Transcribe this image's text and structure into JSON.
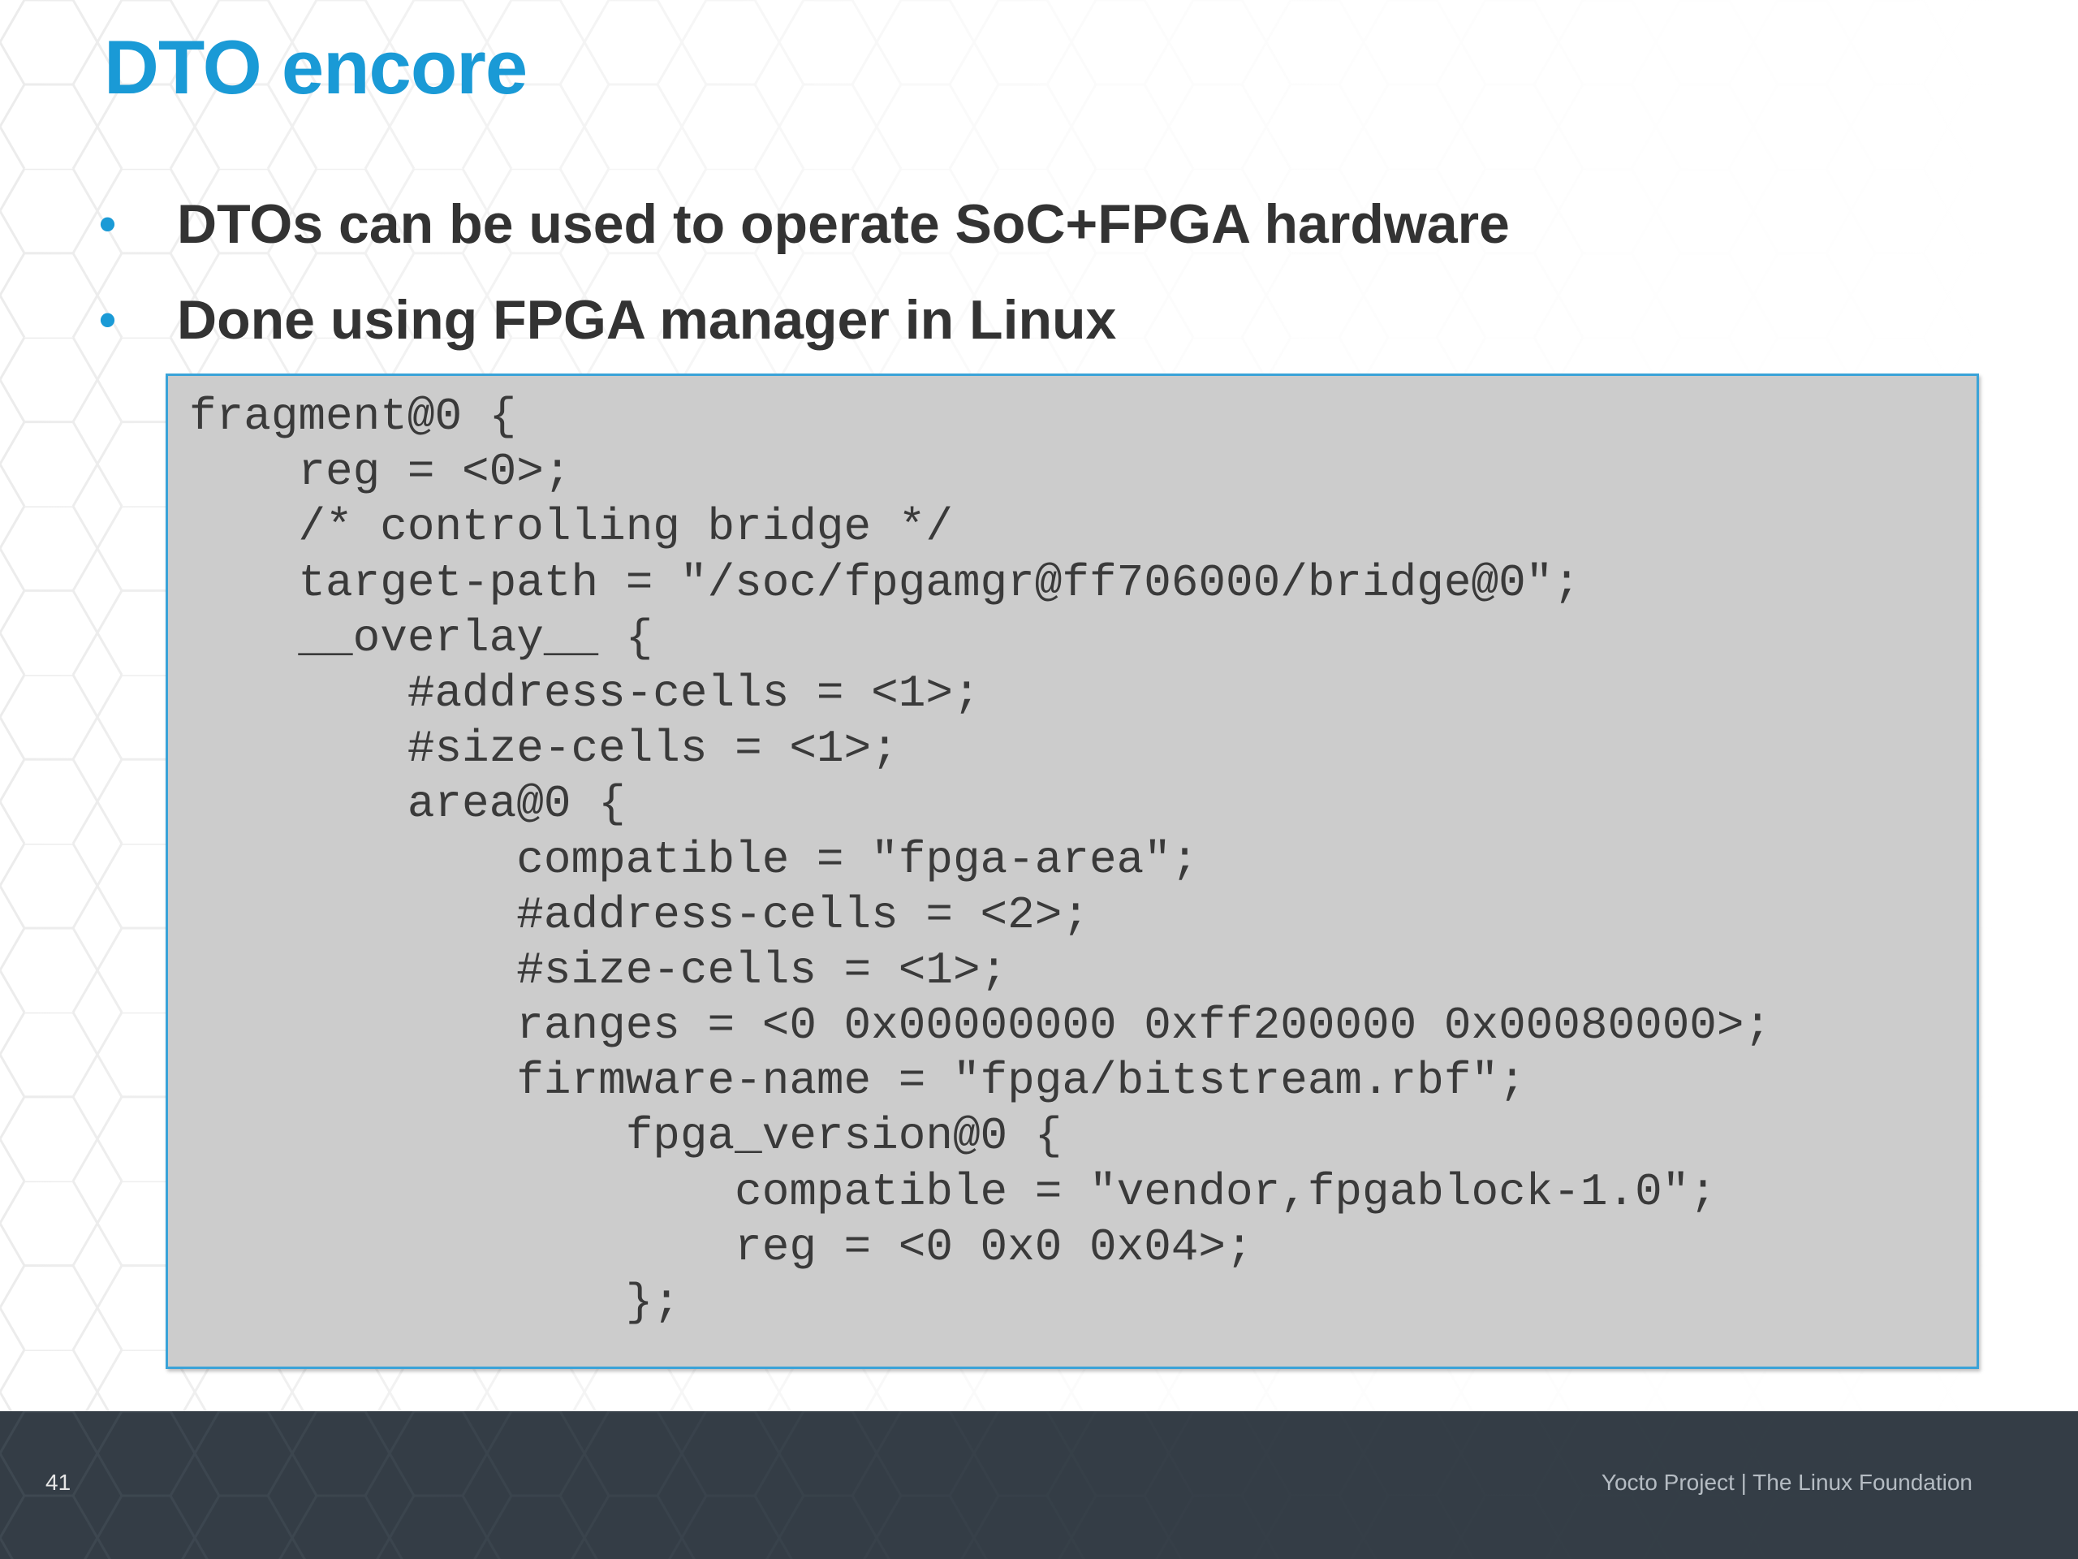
{
  "slide": {
    "title": "DTO encore",
    "bullets": [
      {
        "marker": "•",
        "text": "DTOs can be used to operate SoC+FPGA hardware"
      },
      {
        "marker": "•",
        "text": "Done using FPGA manager in Linux"
      }
    ],
    "code_lines": [
      "fragment@0 {",
      "    reg = <0>;",
      "    /* controlling bridge */",
      "    target-path = \"/soc/fpgamgr@ff706000/bridge@0\";",
      "    __overlay__ {",
      "        #address-cells = <1>;",
      "        #size-cells = <1>;",
      "        area@0 {",
      "            compatible = \"fpga-area\";",
      "            #address-cells = <2>;",
      "            #size-cells = <1>;",
      "            ranges = <0 0x00000000 0xff200000 0x00080000>;",
      "            firmware-name = \"fpga/bitstream.rbf\";",
      "                fpga_version@0 {",
      "                    compatible = \"vendor,fpgablock-1.0\";",
      "                    reg = <0 0x0 0x04>;",
      "                };"
    ]
  },
  "footer": {
    "page_number": "41",
    "credit": "Yocto Project | The Linux Foundation"
  },
  "colors": {
    "accent": "#1a9ad6",
    "body_text": "#333333",
    "code_background": "#cccccc",
    "code_border": "#3aa3d8",
    "footer_background": "#343d46"
  }
}
